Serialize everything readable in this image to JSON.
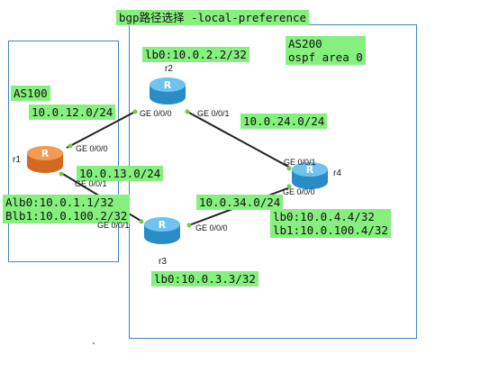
{
  "title": "bgp路径选择 -local-preference",
  "as100": {
    "label": "AS100"
  },
  "as200": {
    "label": "AS200\nospf area 0"
  },
  "colors": {
    "label_bg": "#86f07e",
    "box_border": "#3d86c6",
    "link": "#222222",
    "port_dot": "#7ac943",
    "router_r1": "#f08a3c",
    "router_blue": "#4fb6e8"
  },
  "routers": {
    "r1": {
      "name": "r1",
      "icon": "router-icon",
      "loopbacks": "Alb0:10.0.1.1/32\nBlb1:10.0.100.2/32"
    },
    "r2": {
      "name": "r2",
      "icon": "router-icon",
      "loopbacks": "lb0:10.0.2.2/32"
    },
    "r3": {
      "name": "r3",
      "icon": "router-icon",
      "loopbacks": "lb0:10.0.3.3/32"
    },
    "r4": {
      "name": "r4",
      "icon": "router-icon",
      "loopbacks": "lb0:10.0.4.4/32\nlb1:10.0.100.4/32"
    }
  },
  "subnets": {
    "r1_r2": "10.0.12.0/24",
    "r1_r3": "10.0.13.0/24",
    "r2_r4": "10.0.24.0/24",
    "r3_r4": "10.0.34.0/24"
  },
  "interfaces": {
    "r1_to_r2": "GE 0/0/0",
    "r1_to_r3": "GE 0/0/1",
    "r2_to_r1": "GE 0/0/0",
    "r2_to_r4": "GE 0/0/1",
    "r3_to_r1": "GE 0/0/1",
    "r3_to_r4": "GE 0/0/0",
    "r4_to_r2": "GE 0/0/1",
    "r4_to_r3": "GE 0/0/0"
  }
}
